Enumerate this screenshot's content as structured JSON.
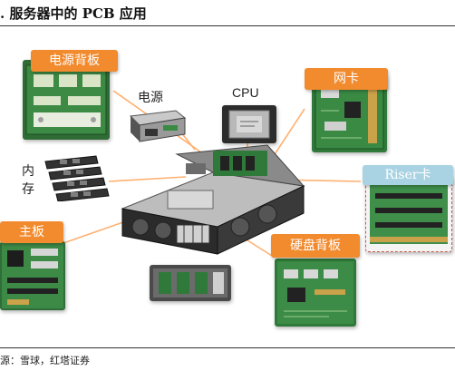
{
  "title": ". 服务器中的 PCB 应用",
  "labels": {
    "power_backplane": "电源背板",
    "power_supply": "电源",
    "cpu": "CPU",
    "nic": "网卡",
    "riser_card": "Riser卡",
    "memory_line1": "内",
    "memory_line2": "存",
    "motherboard": "主板",
    "disk_backplane": "硬盘背板"
  },
  "source": "源：雪球，红塔证券",
  "colors": {
    "tag_orange": "#f28a2e",
    "tag_blue": "#a9d3e3",
    "pcb_green": "#2f7a3a",
    "arrow_orange": "#ffb070"
  },
  "icons": [
    "server-chassis-illustration",
    "power-supply-unit-image",
    "cpu-chip-image",
    "memory-modules-image",
    "pcb-board-image"
  ]
}
